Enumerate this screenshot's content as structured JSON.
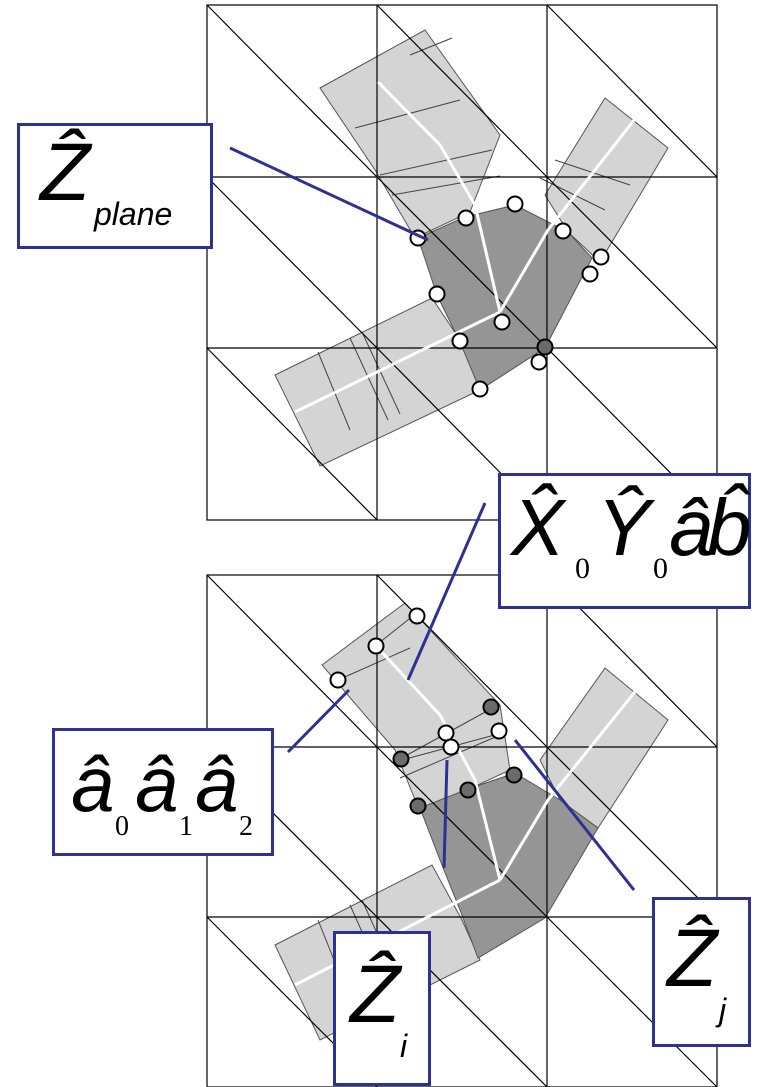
{
  "colors": {
    "grid": "#000000",
    "light_region": "#d4d4d4",
    "dark_region": "#959595",
    "skeleton": "#ffffff",
    "leader_line": "#2e3092",
    "box_border": "#2e3092",
    "open_marker": "#ffffff",
    "filled_marker": "#6b6b6b"
  },
  "labels": {
    "z_plane": {
      "symbol": "Ẑ",
      "subscript": "plane"
    },
    "x0y0ab": {
      "x_symbol": "X̂",
      "x_sub": "0",
      "y_symbol": "Ŷ",
      "y_sub": "0",
      "a": "â",
      "b": "b̂"
    },
    "a012": {
      "symbol": "â",
      "subs": [
        "0",
        "1",
        "2"
      ]
    },
    "z_i": {
      "symbol": "Ẑ",
      "subscript": "i"
    },
    "z_j": {
      "symbol": "Ẑ",
      "subscript": "j"
    }
  }
}
